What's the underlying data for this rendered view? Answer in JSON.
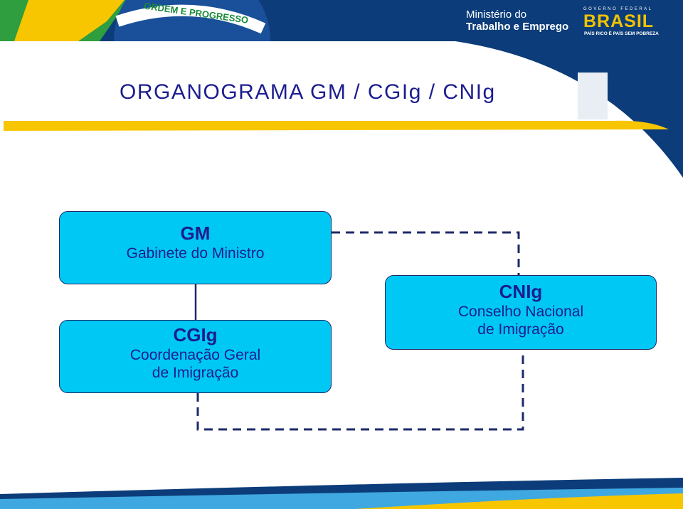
{
  "header": {
    "banner_text": "ORDEM E PROGRESSO",
    "ministry_line1": "Ministério do",
    "ministry_line2": "Trabalho e Emprego",
    "gov_label": "GOVERNO FEDERAL",
    "brasil_logo": "BRASIL",
    "slogan": "PAÍS RICO É PAÍS SEM POBREZA"
  },
  "title": "ORGANOGRAMA GM / CGIg / CNIg",
  "nodes": {
    "gm": {
      "abbr": "GM",
      "name_lines": [
        "Gabinete do Ministro"
      ]
    },
    "cgig": {
      "abbr": "CGIg",
      "name_lines": [
        "Coordenação Geral",
        "de Imigração"
      ]
    },
    "cnig": {
      "abbr": "CNIg",
      "name_lines": [
        "Conselho Nacional",
        "de Imigração"
      ]
    }
  },
  "colors": {
    "box_fill": "#00c8f5",
    "text": "#1b1d8f",
    "connector": "#1e2a68",
    "banner_blue": "#0c3d7a",
    "banner_yellow": "#f7c600",
    "banner_green": "#2e9e3e"
  }
}
